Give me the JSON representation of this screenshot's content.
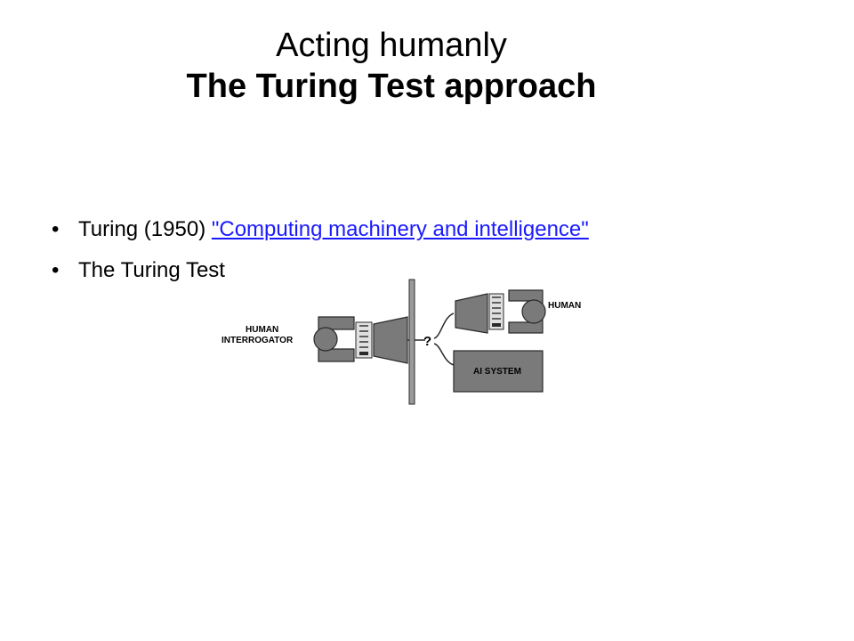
{
  "title": {
    "line1": "Acting humanly",
    "line2": "The Turing Test approach"
  },
  "bullets": [
    {
      "prefix": "Turing (1950) ",
      "link": "\"Computing machinery and intelligence\""
    },
    {
      "prefix": "The Turing Test",
      "link": ""
    }
  ],
  "diagram": {
    "interrogator_label_1": "HUMAN",
    "interrogator_label_2": "INTERROGATOR",
    "human_label": "HUMAN",
    "ai_label": "AI SYSTEM",
    "question": "?",
    "colors": {
      "fill": "#7a7a7a",
      "stroke": "#2a2a2a",
      "light": "#e0e0e0"
    }
  }
}
